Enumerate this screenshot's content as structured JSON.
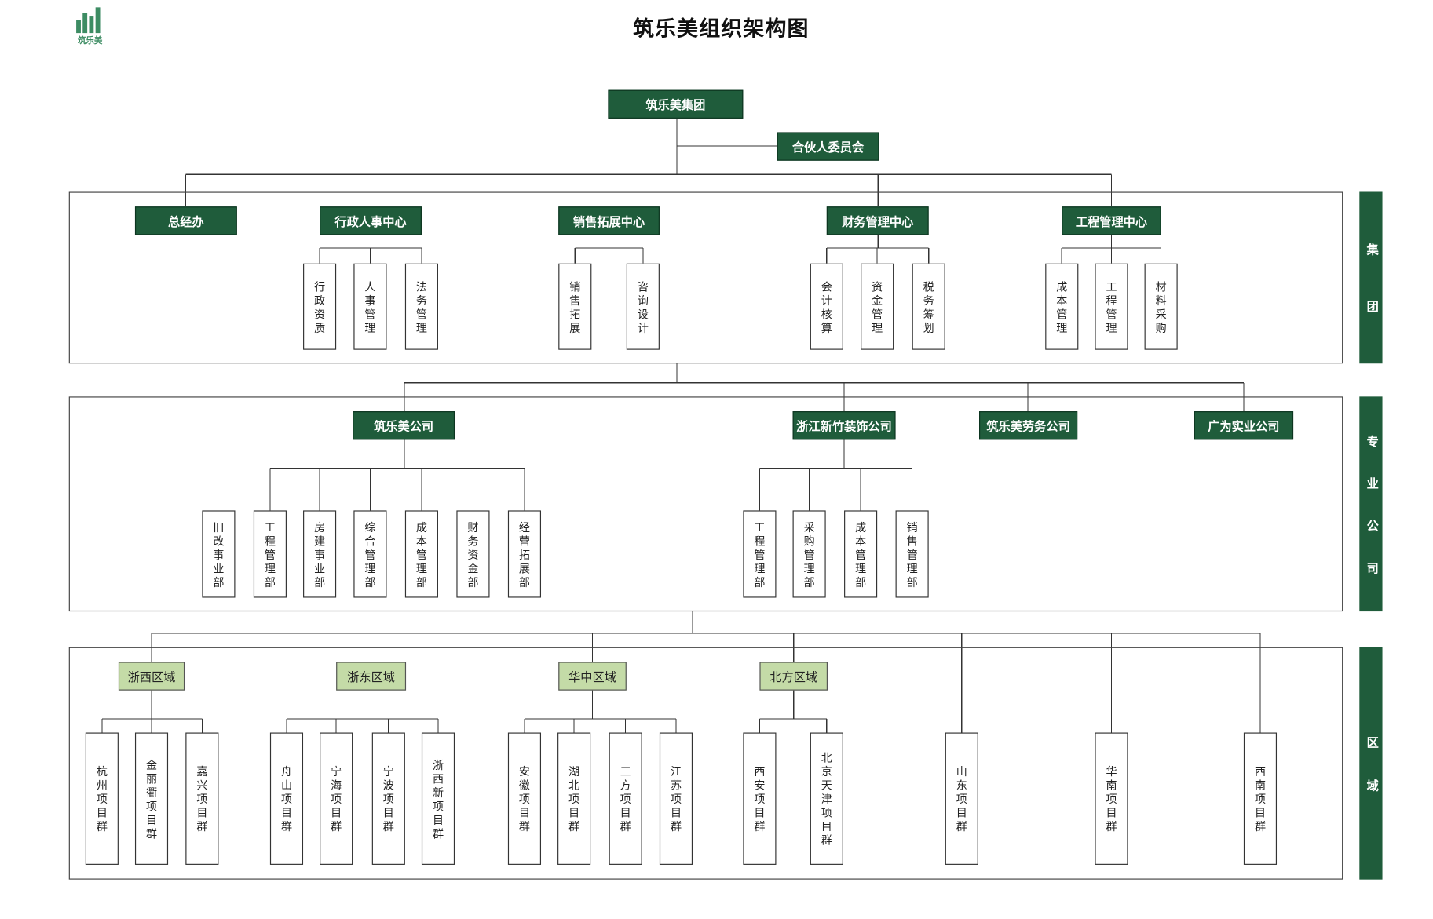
{
  "title": "筑乐美组织架构图",
  "logo": {
    "text": "筑乐美"
  },
  "colors": {
    "primary": "#1f5c3b",
    "region": "#c4dba7",
    "line": "#333333"
  },
  "group": {
    "root": "筑乐美集团",
    "committee": "合伙人委员会",
    "side_label": "集团",
    "departments": [
      {
        "name": "总经办",
        "children": []
      },
      {
        "name": "行政人事中心",
        "children": [
          "行政资质",
          "人事管理",
          "法务管理"
        ]
      },
      {
        "name": "销售拓展中心",
        "children": [
          "销售拓展",
          "咨询设计"
        ]
      },
      {
        "name": "财务管理中心",
        "children": [
          "会计核算",
          "资金管理",
          "税务筹划"
        ]
      },
      {
        "name": "工程管理中心",
        "children": [
          "成本管理",
          "工程管理",
          "材料采购"
        ]
      }
    ]
  },
  "companies": {
    "side_label": "专业公司",
    "items": [
      {
        "name": "筑乐美公司",
        "children": [
          "旧改事业部",
          "工程管理部",
          "房建事业部",
          "综合管理部",
          "成本管理部",
          "财务资金部",
          "经营拓展部"
        ]
      },
      {
        "name": "浙江新竹装饰公司",
        "children": [
          "工程管理部",
          "采购管理部",
          "成本管理部",
          "销售管理部"
        ]
      },
      {
        "name": "筑乐美劳务公司",
        "children": []
      },
      {
        "name": "广为实业公司",
        "children": []
      }
    ]
  },
  "regions": {
    "side_label": "区域",
    "items": [
      {
        "name": "浙西区域",
        "projects": [
          "杭州项目群",
          "金丽衢项目群",
          "嘉兴项目群"
        ]
      },
      {
        "name": "浙东区域",
        "projects": [
          "舟山项目群",
          "宁海项目群",
          "宁波项目群",
          "浙西新项目群"
        ]
      },
      {
        "name": "华中区域",
        "projects": [
          "安徽项目群",
          "湖北项目群",
          "三方项目群",
          "江苏项目群"
        ]
      },
      {
        "name": "北方区域",
        "projects": [
          "西安项目群",
          "北京天津项目群"
        ]
      }
    ],
    "standalone_projects": [
      "山东项目群",
      "华南项目群",
      "西南项目群"
    ]
  }
}
